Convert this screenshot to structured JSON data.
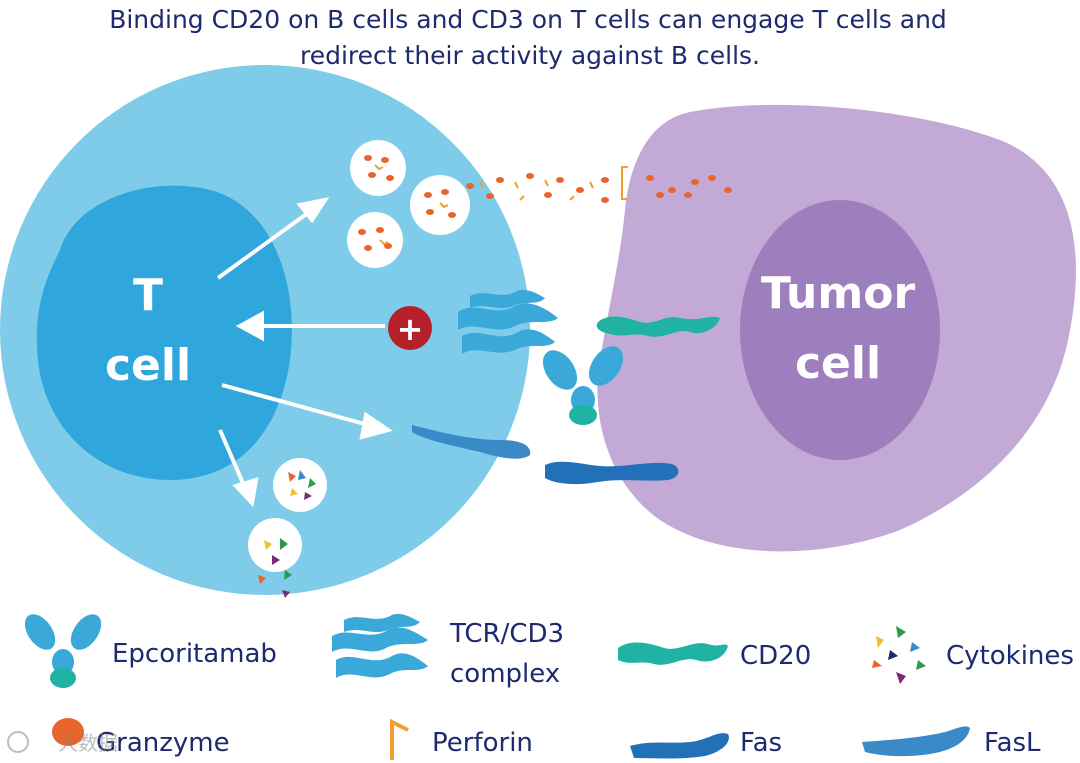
{
  "title": {
    "line1": "Binding CD20 on B cells and CD3 on T cells can engage T cells and",
    "line2": "redirect their activity against B cells."
  },
  "cells": {
    "t_cell": {
      "line1": "T",
      "line2": "cell"
    },
    "tumor_cell": {
      "line1": "Tumor",
      "line2": "cell"
    },
    "plus_symbol": "+"
  },
  "legend": {
    "epcoritamab": "Epcoritamab",
    "tcr_cd3_line1": "TCR/CD3",
    "tcr_cd3_line2": "complex",
    "cd20": "CD20",
    "cytokines": "Cytokines",
    "granzyme": "Granzyme",
    "perforin": "Perforin",
    "fas": "Fas",
    "fasl": "FasL"
  },
  "watermark": "大数据",
  "colors": {
    "t_cell_outer": "#7ecbea",
    "t_cell_nucleus": "#2fa6dc",
    "tumor_outer": "#c3a9d5",
    "tumor_nucleus": "#9e7fbd",
    "title_text": "#1e2a6e",
    "granzyme": "#e8642c",
    "perforin": "#f0a030",
    "cd20": "#20b3a4",
    "fas": "#2270b8",
    "fasl": "#3a8ac8",
    "plus_circle": "#b5202a",
    "epcoritamab": "#3aa8d8"
  }
}
